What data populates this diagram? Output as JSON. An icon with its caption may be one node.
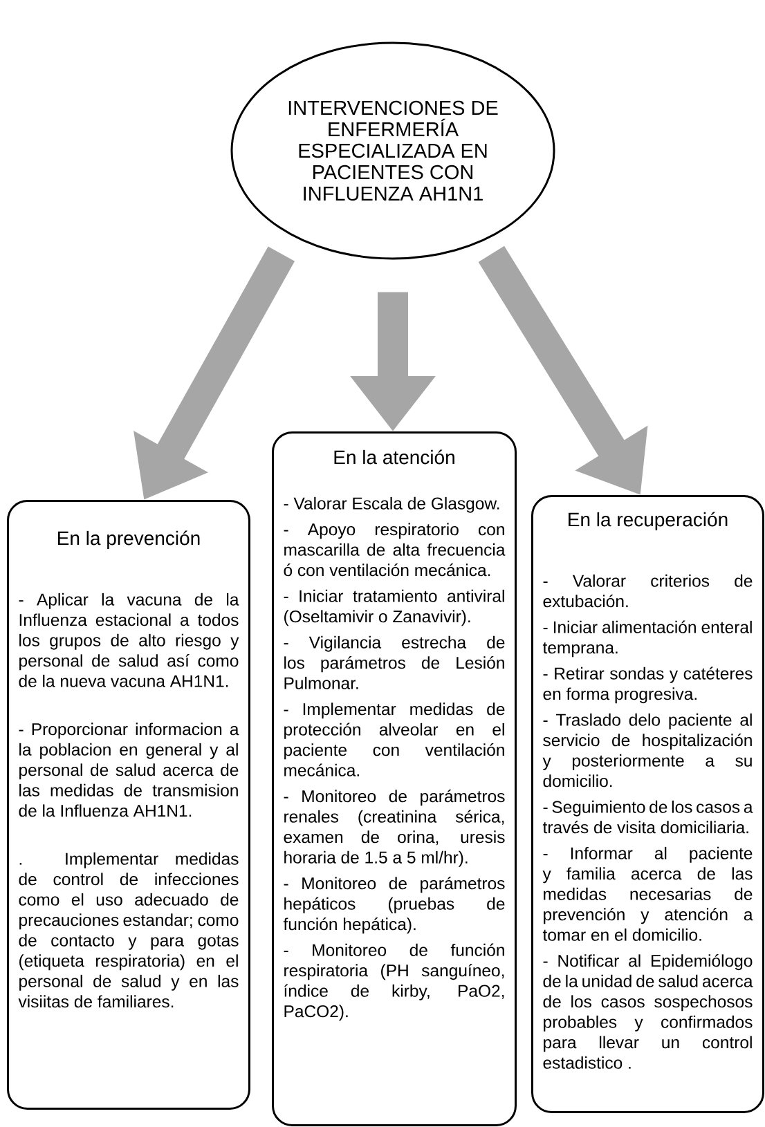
{
  "diagram": {
    "nodes": [
      {
        "text": [
          "INTERVENCIONES DE ENFERMERÍA ESPECIALIZADA EN PACIENTES CON INFLUENZA AH1N1"
        ]
      },
      {
        "text": [
          "En la prevención",
          "- Aplicar la vacuna de la Influenza estacional a todos los grupos de alto riesgo y personal de salud así como de la nueva vacuna AH1N1.",
          "- Proporcionar informacion a la poblacion en general y al personal de salud acerca de las medidas de transmision de la Influenza AH1N1.",
          ". Implementar medidas de control de infecciones como el uso adecuado de precauciones estandar; como de contacto y para gotas (etiqueta respiratoria) en el personal de salud y en las visiitas de familiares."
        ]
      },
      {
        "text": [
          "En la atención",
          "- Valorar Escala de Glasgow.",
          "- Apoyo respiratorio con mascarilla de alta frecuencia ó con ventilación mecánica.",
          "- Iniciar tratamiento antiviral (Oseltamivir o Zanavivir).",
          "- Vigilancia estrecha de los parámetros de Lesión Pulmonar.",
          "- Implementar medidas de protección alveolar en el paciente con ventilación mecánica.",
          "- Monitoreo de parámetros renales (creatinina sérica, examen de orina, uresis horaria de 1.5 a 5 ml/hr).",
          "- Monitoreo de parámetros hepáticos (pruebas de función hepática).",
          "- Monitoreo de función respiratoria (PH sanguíneo, índice de kirby, PaO2, PaCO2)."
        ]
      },
      {
        "text": [
          "En la recuperación",
          "- Valorar criterios de extubación.",
          "- Iniciar alimentación enteral temprana.",
          "- Retirar sondas y catéteres en forma progresiva.",
          "- Traslado delo paciente al servicio de hospitalización y posteriormente a su domicilio.",
          "- Seguimiento de los casos a través de visita domiciliaria.",
          "- Informar al paciente y familia acerca de las medidas necesarias de prevención y atención a tomar en el domicilio.",
          "- Notificar al Epidemiólogo de la unidad de salud acerca de los casos sospechosos probables y confirmados para llevar un control estadistico ."
        ]
      }
    ],
    "edges": [
      {
        "from": 0,
        "to": 1,
        "arrow": "to"
      },
      {
        "from": 0,
        "to": 2,
        "arrow": "to"
      },
      {
        "from": 0,
        "to": 3,
        "arrow": "to"
      }
    ]
  }
}
